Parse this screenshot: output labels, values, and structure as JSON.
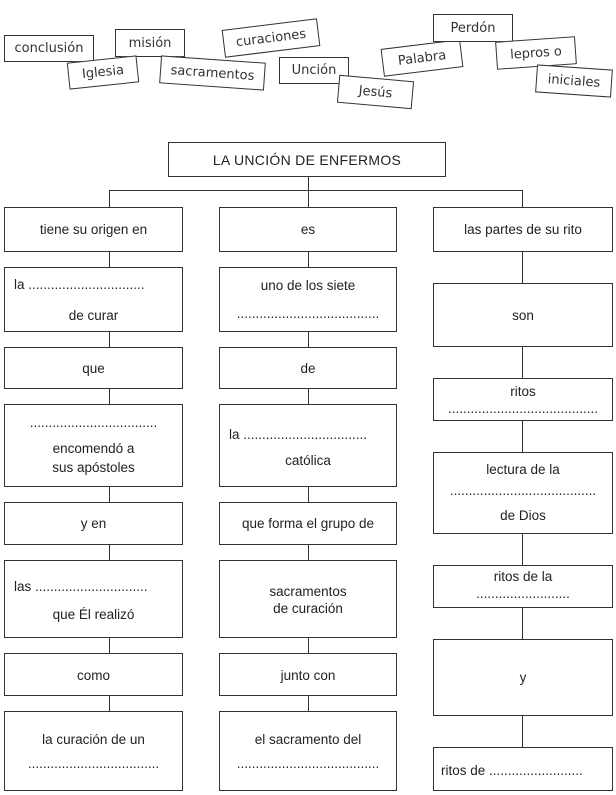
{
  "word_bank": [
    "conclusión",
    "misión",
    "Iglesia",
    "sacramentos",
    "curaciones",
    "Unción",
    "Jesús",
    "Palabra",
    "Perdón",
    "lepros o",
    "iniciales"
  ],
  "title": "LA UNCIÓN DE ENFERMOS",
  "col1": {
    "b1": "tiene su origen en",
    "b2_l1": "la ...............................",
    "b2_l2": "de curar",
    "b3": "que",
    "b4_l1": "..................................",
    "b4_l2": "encomendó a",
    "b4_l3": "sus apóstoles",
    "b5": "y en",
    "b6_l1": "las ..............................",
    "b6_l2": "que Él realizó",
    "b7": "como",
    "b8_l1": "la curación de un",
    "b8_l2": "..................................."
  },
  "col2": {
    "b1": "es",
    "b2_l1": "uno de los siete",
    "b2_l2": "......................................",
    "b3": "de",
    "b4_l1": "la .................................",
    "b4_l2": "católica",
    "b5": "que forma el grupo de",
    "b6_l1": "sacramentos",
    "b6_l2": "de curación",
    "b7": "junto con",
    "b8_l1": "el sacramento del",
    "b8_l2": "......................................"
  },
  "col3": {
    "b1": "las partes de su rito",
    "b2": "son",
    "b3_l1": "ritos",
    "b3_l2": "........................................",
    "b4_l1": "lectura de la",
    "b4_l2": ".......................................",
    "b4_l3": "de Dios",
    "b5_l1": "ritos de la",
    "b5_l2": ".........................",
    "b6": "y",
    "b7": "ritos de ........................."
  }
}
